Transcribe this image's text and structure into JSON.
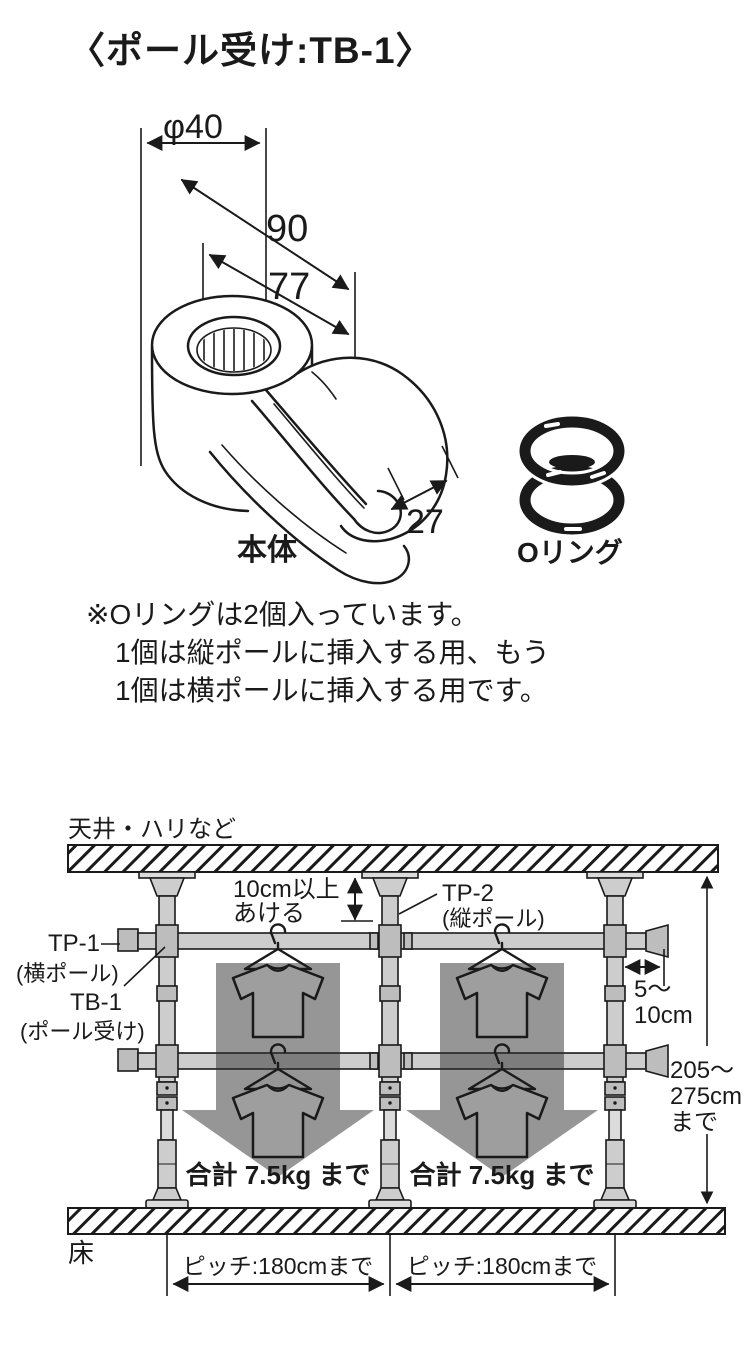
{
  "title": "〈ポール受け:TB-1〉",
  "part_diagram": {
    "dim_phi40": "φ40",
    "dim_90": "90",
    "dim_77": "77",
    "dim_27": "27",
    "body_label": "本体",
    "oring_label": "Oリング"
  },
  "note": {
    "line1": "※Oリングは2個入っています。",
    "line2": "1個は縦ポールに挿入する用、もう",
    "line3": "1個は横ポールに挿入する用です。"
  },
  "install": {
    "ceiling_label": "天井・ハリなど",
    "clearance_line1": "10cm以上",
    "clearance_line2": "あける",
    "tp2_name": "TP-2",
    "tp2_sub": "(縦ポール)",
    "tp1_name": "TP-1",
    "tp1_sub": "(横ポール)",
    "tb1_name": "TB-1",
    "tb1_sub": "(ポール受け)",
    "overhang_line1": "5〜",
    "overhang_line2": "10cm",
    "height_line1": "205〜",
    "height_line2": "275cm",
    "height_line3": "まで",
    "load_left": "合計 7.5kg まで",
    "load_right": "合計 7.5kg まで",
    "pitch_left": "ピッチ:180cmまで",
    "pitch_right": "ピッチ:180cmまで",
    "floor_label": "床"
  },
  "colors": {
    "ink": "#1a1a1a",
    "pole": "#cdcdcd",
    "pole_dark": "#bdbdbd",
    "metal_light": "#dbdbdb",
    "shirt": "#9e9e9e",
    "arrow_overlay": "#2e2e2e",
    "background": "#ffffff"
  }
}
